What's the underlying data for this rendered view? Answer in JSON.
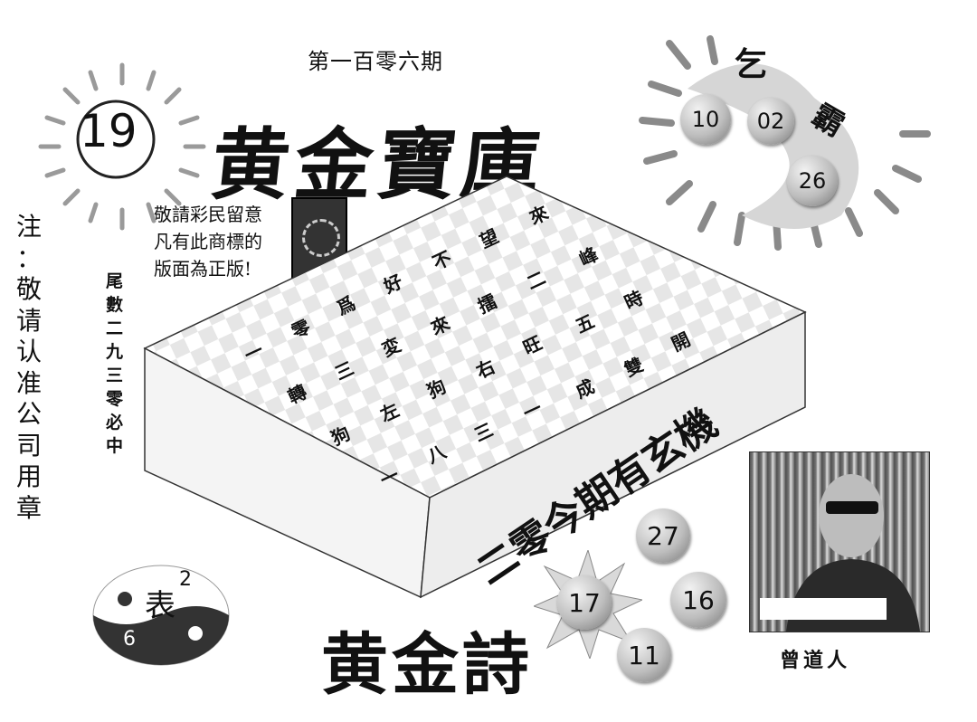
{
  "issue": "第一百零六期",
  "title": "黄金寶庫",
  "poem_title": "黄金詩",
  "sun_number": "19",
  "topright": {
    "label_a": "乞",
    "label_b": "霸",
    "balls": [
      "10",
      "02",
      "26"
    ]
  },
  "notice_lines": [
    "敬請彩民留意",
    "凡有此商標的",
    "版面為正版!"
  ],
  "tail_hint": [
    "尾",
    "數",
    "二",
    "九",
    "三",
    "零",
    "必",
    "中"
  ],
  "left_note": [
    "注",
    "：",
    "敬",
    "请",
    "认",
    "准",
    "公",
    "司",
    "用",
    "章"
  ],
  "board_rows": [
    [
      "一",
      "零",
      "爲",
      "好",
      "不",
      "望",
      "來"
    ],
    [
      "轉",
      "三",
      "変",
      "來",
      "擂",
      "二",
      "峰"
    ],
    [
      "狗",
      "左",
      "狗",
      "右",
      "旺",
      "五",
      "時"
    ],
    [
      "一",
      "八",
      "三",
      "一",
      "成",
      "雙",
      "開"
    ]
  ],
  "board_slogan": "二零今期有玄機",
  "yinyang": {
    "char": "表",
    "num_top": "2",
    "num_bottom": "6"
  },
  "bottom_balls": [
    "17",
    "27",
    "16",
    "11"
  ],
  "signature": "曾道人",
  "colors": {
    "ink": "#111111",
    "ball": "#bdbdbd",
    "paper": "#ffffff"
  }
}
